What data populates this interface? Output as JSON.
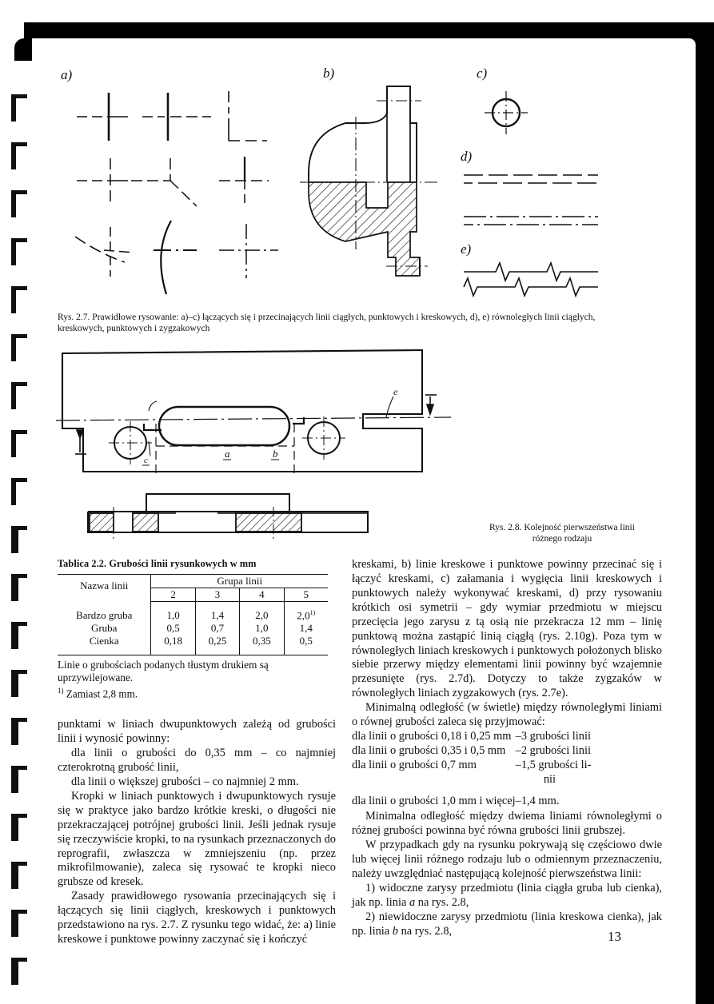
{
  "page": {
    "number": "13",
    "language": "pl"
  },
  "figure_27": {
    "panels": [
      "a)",
      "b)",
      "c)",
      "d)",
      "e)"
    ],
    "caption": "Rys. 2.7. Prawidłowe rysowanie: a)–c) łączących się i przecinających linii ciągłych, punktowych i kreskowych, d), e) równoległych linii ciągłych, kreskowych, punktowych i zygzakowych"
  },
  "figure_28": {
    "caption_line1": "Rys. 2.8. Kolejność pierwszeństwa linii",
    "caption_line2": "różnego rodzaju",
    "labels": [
      "a",
      "b",
      "c",
      "e"
    ]
  },
  "table_22": {
    "title": "Tablica 2.2. Grubości linii rysunkowych w mm",
    "header_name": "Nazwa linii",
    "header_group": "Grupa linii",
    "group_columns": [
      "2",
      "3",
      "4",
      "5"
    ],
    "rows": [
      {
        "name": "Bardzo gruba",
        "values": [
          "1,0",
          "1,4",
          "2,0",
          "2,0"
        ],
        "bold": [
          true,
          true,
          true,
          true
        ],
        "footnote_on_last": "1)"
      },
      {
        "name": "Gruba",
        "values": [
          "0,5",
          "0,7",
          "1,0",
          "1,4"
        ],
        "bold": [
          true,
          true,
          true,
          false
        ],
        "footnote_on_last": ""
      },
      {
        "name": "Cienka",
        "values": [
          "0,18",
          "0,25",
          "0,35",
          "0,5"
        ],
        "bold": [
          true,
          true,
          false,
          false
        ],
        "footnote_on_last": ""
      }
    ],
    "note": "Linie o grubościach podanych tłustym drukiem są uprzywilejowane.",
    "footnote_marker": "1)",
    "footnote": "Zamiast 2,8 mm."
  },
  "left_column": {
    "paragraphs": [
      "punktami w liniach dwupunktowych zależą od grubości linii i wynosić powinny:",
      "dla linii o grubości do 0,35 mm – co najmniej czterokrotną grubość linii,",
      "dla linii o większej grubości – co najmniej 2 mm.",
      "Kropki w liniach punktowych i dwupunktowych rysuje się w praktyce jako bardzo krótkie kreski, o długości nie przekraczającej potrójnej grubości linii. Jeśli jednak rysuje się rzeczywiście kropki, to na rysunkach przeznaczonych do reprografii, zwłaszcza w zmniejszeniu (np. przez mikrofilmowanie), zaleca się rysować te kropki nieco grubsze od kresek.",
      "Zasady prawidłowego rysowania przecinających się i łączących się linii ciągłych, kreskowych i punktowych przedstawiono na rys. 2.7. Z rysunku tego widać, że: a) linie kreskowe i punktowe powinny zaczynać się i kończyć"
    ]
  },
  "right_column": {
    "para_1": "kreskami, b) linie kreskowe i punktowe powinny przecinać się i łączyć kreskami, c) załamania i wygięcia linii kreskowych i punktowych należy wykonywać kreskami, d) przy rysowaniu krótkich osi symetrii – gdy wymiar przedmiotu w miejscu przecięcia jego zarysu z tą osią nie przekracza 12 mm – linię punktową można zastąpić linią ciągłą (rys. 2.10g). Poza tym w równoległych liniach kreskowych i punktowych położonych blisko siebie przerwy między elementami linii powinny być wzajemnie przesunięte (rys. 2.7d). Dotyczy to także zygzaków w równoległych liniach zygzakowych (rys. 2.7e).",
    "para_2": "Minimalną odległość (w świetle) między równoległymi liniami o równej grubości zaleca się przyjmować:",
    "measure_rows": [
      {
        "label": "dla linii o grubości 0,18 i 0,25 mm",
        "dash": "–",
        "value": "3 grubości linii"
      },
      {
        "label": "dla linii o grubości 0,35 i 0,5 mm",
        "dash": "–",
        "value": "2 grubości linii"
      },
      {
        "label": "dla linii o grubości 0,7 mm",
        "dash": "–",
        "value": "1,5 grubości li-"
      }
    ],
    "measure_row3_cont": "nii",
    "measure_row4": {
      "label": "dla linii o grubości 1,0 mm i więcej",
      "dash": "–",
      "value": "1,4 mm."
    },
    "para_3": "Minimalna odległość między dwiema liniami równoległymi o różnej grubości powinna być równa grubości linii grubszej.",
    "para_4": "W przypadkach gdy na rysunku pokrywają się częściowo dwie lub więcej linii różnego rodzaju lub o odmiennym przeznaczeniu, należy uwzględniać następującą kolejność pierwszeństwa linii:",
    "item_1_a": "1) widoczne zarysy przedmiotu (linia ciągła gruba lub cienka), jak np. linia ",
    "item_1_it": "a",
    "item_1_b": " na rys. 2.8,",
    "item_2_a": "2) niewidoczne zarysy przedmiotu (linia kreskowa cienka), jak np. linia ",
    "item_2_it": "b",
    "item_2_b": " na rys. 2.8,"
  }
}
